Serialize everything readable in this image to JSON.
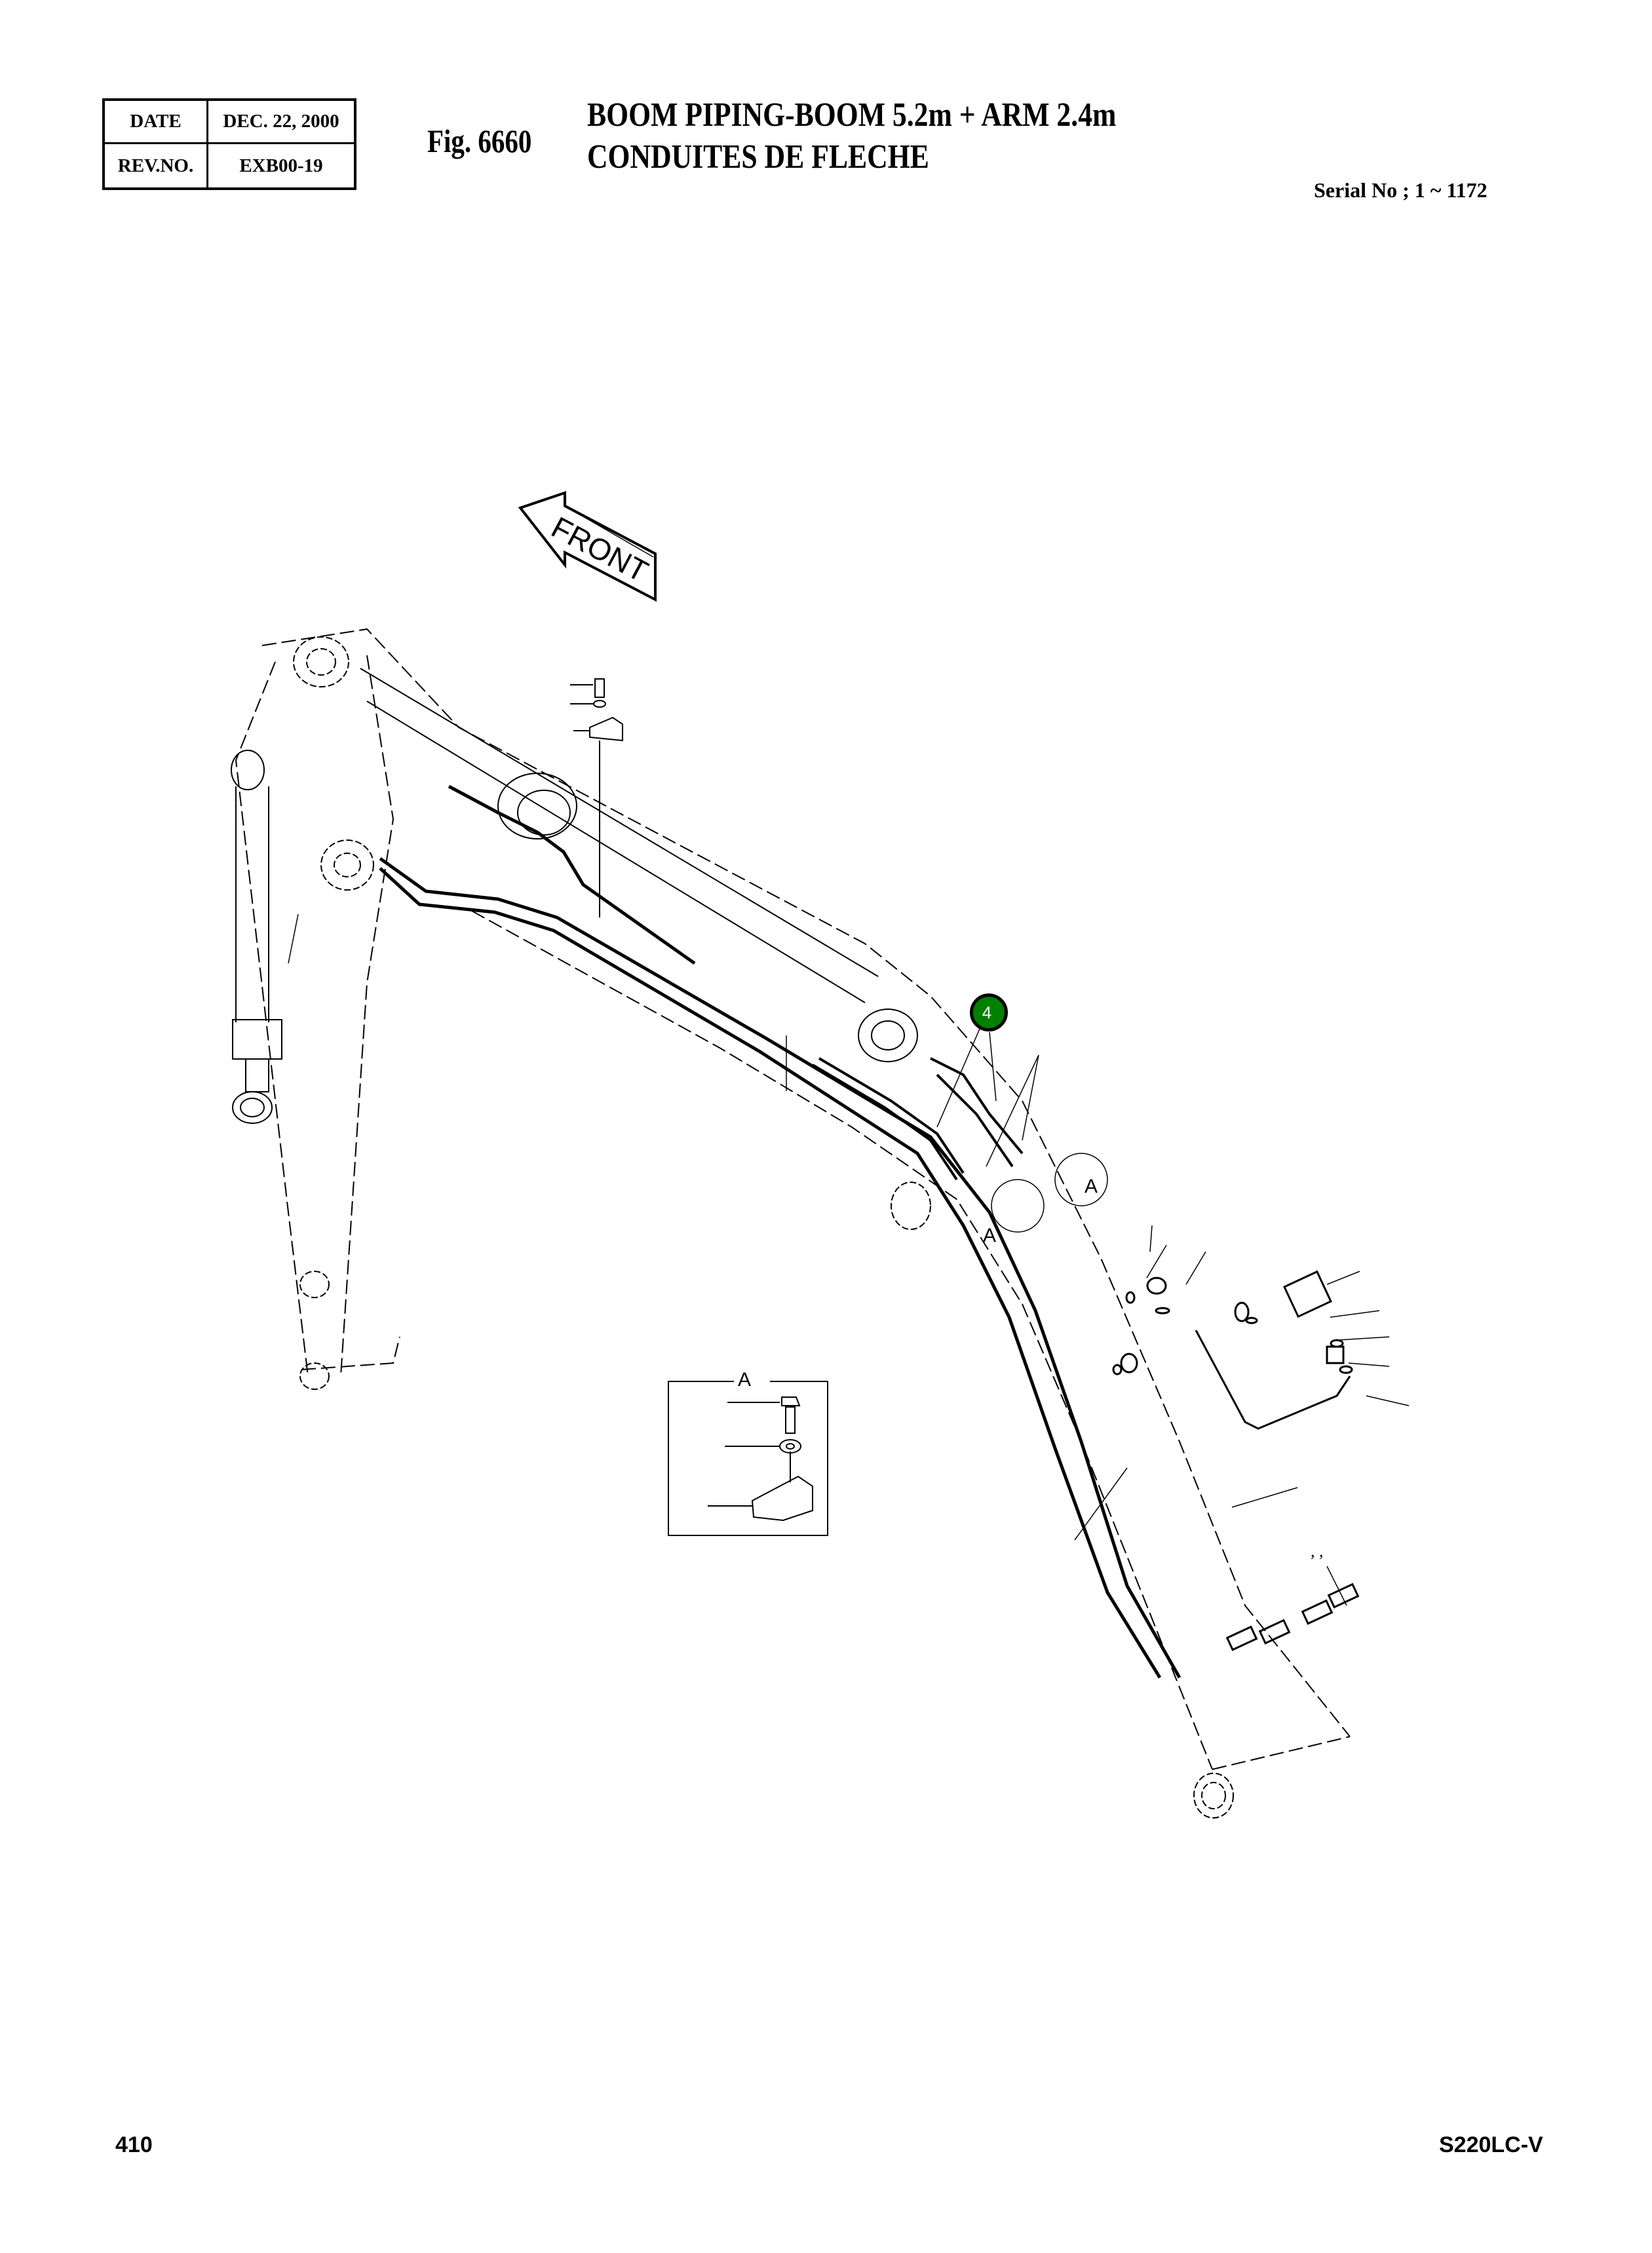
{
  "revision_block": {
    "date_label": "DATE",
    "date_value": "DEC. 22, 2000",
    "rev_label": "REV.NO.",
    "rev_value": "EXB00-19"
  },
  "figure": {
    "number": "Fig. 6660",
    "title_en": "BOOM PIPING-BOOM 5.2m + ARM 2.4m",
    "title_fr": "CONDUITES DE FLECHE",
    "serial": "Serial No ; 1 ~ 1172"
  },
  "drawing": {
    "direction_arrow_label": "FRONT",
    "detail_view_label": "A",
    "section_markers": [
      "A",
      "A"
    ],
    "callouts": [
      {
        "number": "4",
        "color": "#008000",
        "text_color": "#ffffff"
      }
    ],
    "stray_marks": ", ,"
  },
  "footer": {
    "page_number": "410",
    "model": "S220LC-V"
  }
}
